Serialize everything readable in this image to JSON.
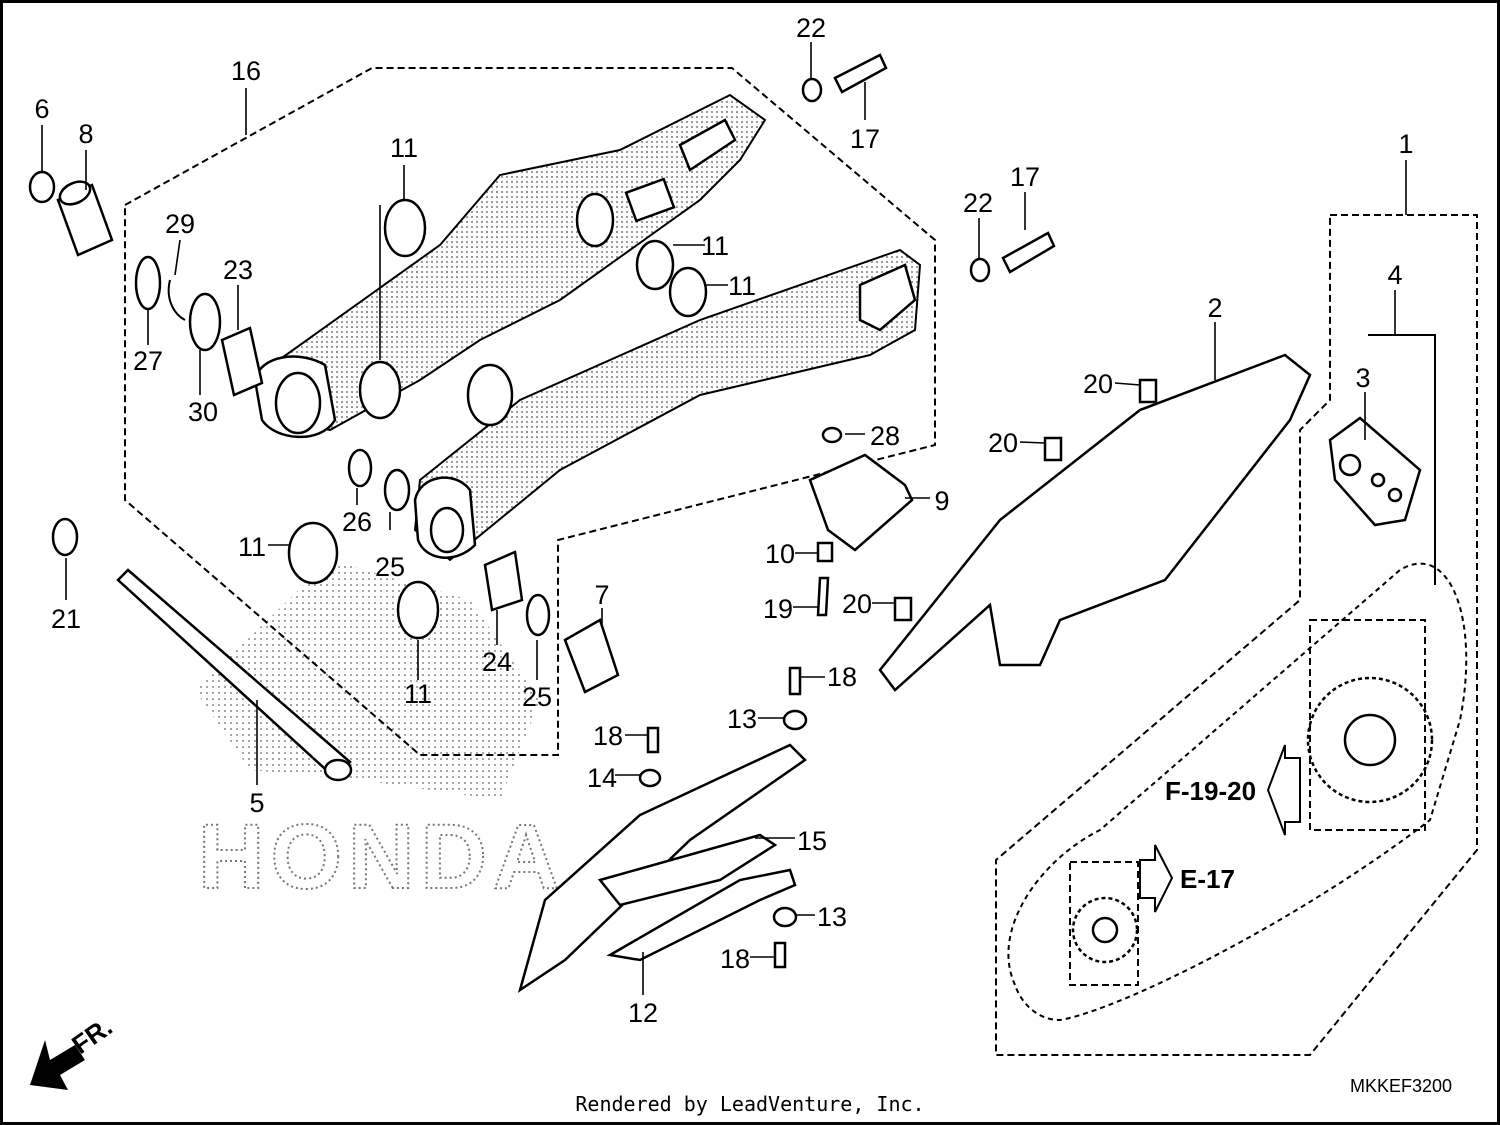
{
  "callouts": {
    "c1": "1",
    "c2": "2",
    "c3": "3",
    "c4": "4",
    "c5": "5",
    "c6": "6",
    "c7": "7",
    "c8": "8",
    "c9": "9",
    "c10": "10",
    "c11a": "11",
    "c11b": "11",
    "c11c": "11",
    "c11d": "11",
    "c11e": "11",
    "c12": "12",
    "c13a": "13",
    "c13b": "13",
    "c14": "14",
    "c15": "15",
    "c16": "16",
    "c17a": "17",
    "c17b": "17",
    "c18a": "18",
    "c18b": "18",
    "c18c": "18",
    "c19": "19",
    "c20a": "20",
    "c20b": "20",
    "c20c": "20",
    "c21": "21",
    "c22a": "22",
    "c22b": "22",
    "c23": "23",
    "c24": "24",
    "c25a": "25",
    "c25b": "25",
    "c26": "26",
    "c27": "27",
    "c28": "28",
    "c29": "29",
    "c30": "30"
  },
  "references": {
    "ref_f": "F-19-20",
    "ref_e": "E-17"
  },
  "watermark": "HONDA",
  "direction": "FR.",
  "diagram_code": "MKKEF3200",
  "credit": "Rendered by LeadVenture, Inc."
}
